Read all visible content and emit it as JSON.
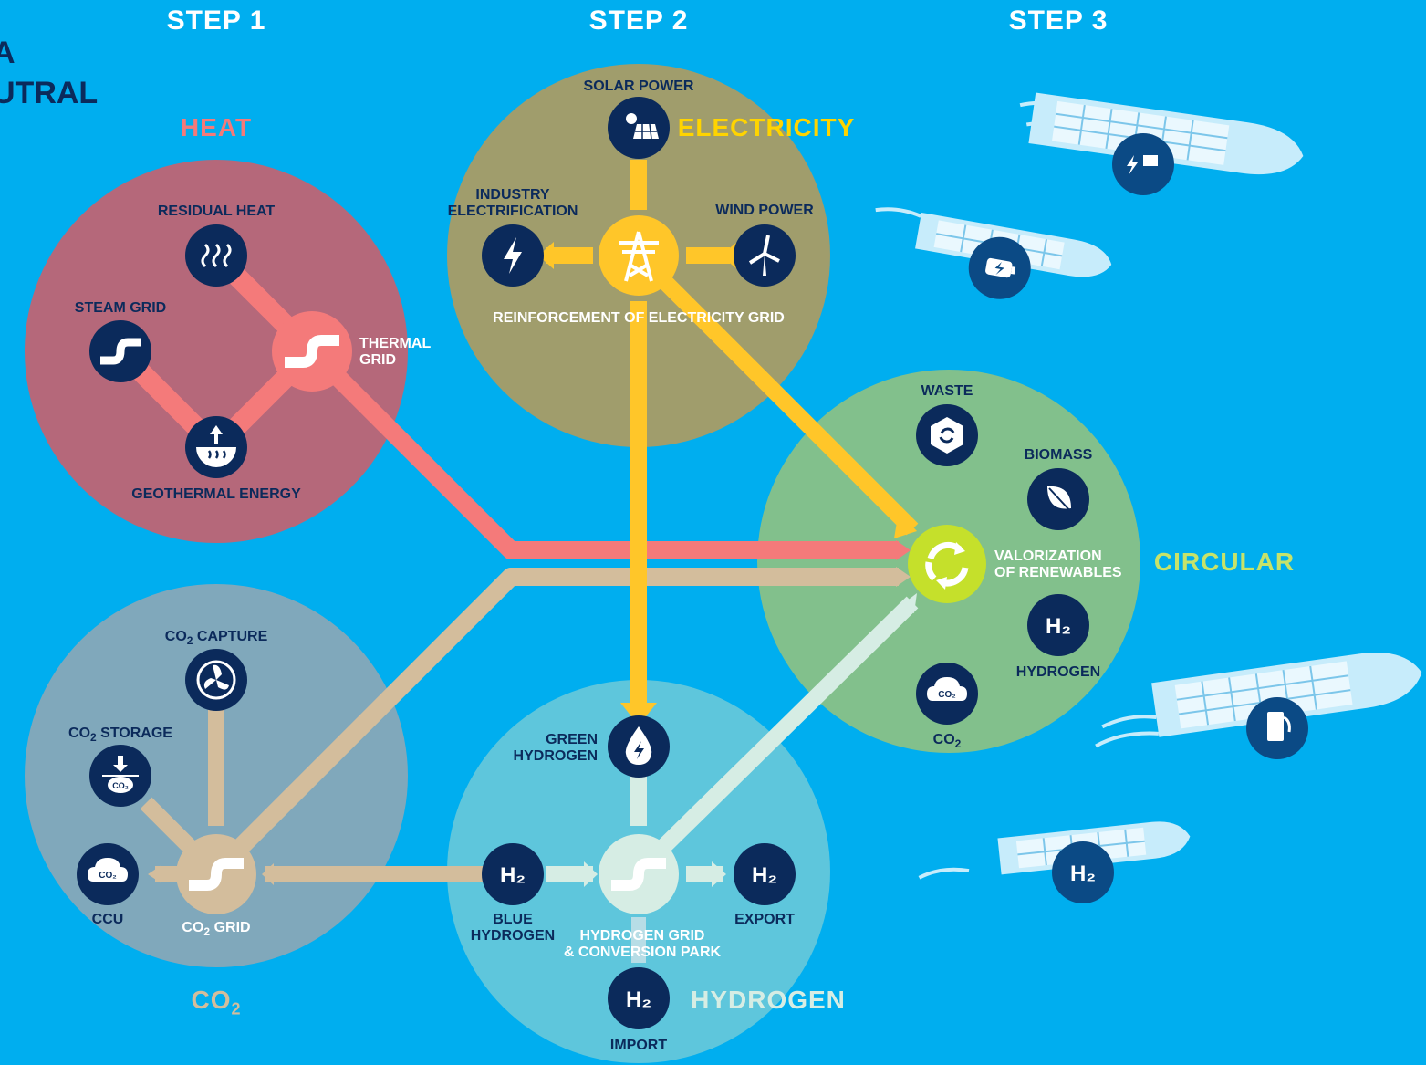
{
  "header": {
    "corner_line1": "A",
    "corner_line2": "UTRAL",
    "steps": [
      "STEP 1",
      "STEP 2",
      "STEP 3"
    ]
  },
  "clusters": {
    "heat": {
      "title": "HEAT",
      "color": "#b5687a",
      "title_color": "#f47a7a"
    },
    "electricity": {
      "title": "ELECTRICITY",
      "color": "#a09d6c",
      "title_color": "#ffd400"
    },
    "circular": {
      "title": "CIRCULAR",
      "color": "#82c08c",
      "title_color": "#c6e36a"
    },
    "co2": {
      "title": "CO2",
      "color": "#80a8bb",
      "title_color": "#d3bd9c"
    },
    "hydrogen": {
      "title": "HYDROGEN",
      "color": "#5ec6dc",
      "title_color": "#d6ede4"
    }
  },
  "nodes": {
    "residual_heat": "RESIDUAL HEAT",
    "steam_grid": "STEAM GRID",
    "thermal_grid": [
      "THERMAL",
      "GRID"
    ],
    "geothermal": "GEOTHERMAL ENERGY",
    "solar": "SOLAR POWER",
    "industry_electrification": [
      "INDUSTRY",
      "ELECTRIFICATION"
    ],
    "wind": "WIND POWER",
    "electricity_grid": "REINFORCEMENT OF ELECTRICITY GRID",
    "waste": "WASTE",
    "biomass": "BIOMASS",
    "valorization": [
      "VALORIZATION",
      "OF RENEWABLES"
    ],
    "hydrogen_circ": "HYDROGEN",
    "co2_circ": "CO2",
    "co2_capture": "CO2 CAPTURE",
    "co2_storage": "CO2 STORAGE",
    "ccu": "CCU",
    "co2_grid": "CO2 GRID",
    "green_hydrogen": [
      "GREEN",
      "HYDROGEN"
    ],
    "blue_hydrogen": [
      "BLUE",
      "HYDROGEN"
    ],
    "hydrogen_grid": [
      "HYDROGEN GRID",
      "& CONVERSION PARK"
    ],
    "export": "EXPORT",
    "import": "IMPORT"
  },
  "icon_glyphs": {
    "h2": "H₂",
    "co2_small": "CO₂"
  },
  "flow_colors": {
    "heat": "#f47a7a",
    "electricity": "#ffc629",
    "co2": "#d3bd9c",
    "hydrogen": "#d6ede4"
  },
  "icons": [
    "heat-waves-icon",
    "pipe-icon",
    "geothermal-icon",
    "solar-panel-icon",
    "lightning-icon",
    "pylon-icon",
    "wind-turbine-icon",
    "recycle-box-icon",
    "leaf-icon",
    "recycle-arrows-icon",
    "h2-icon",
    "co2-cloud-icon",
    "fan-icon",
    "co2-storage-icon",
    "water-drop-icon",
    "ship-icon",
    "battery-icon",
    "fuel-pump-icon"
  ]
}
